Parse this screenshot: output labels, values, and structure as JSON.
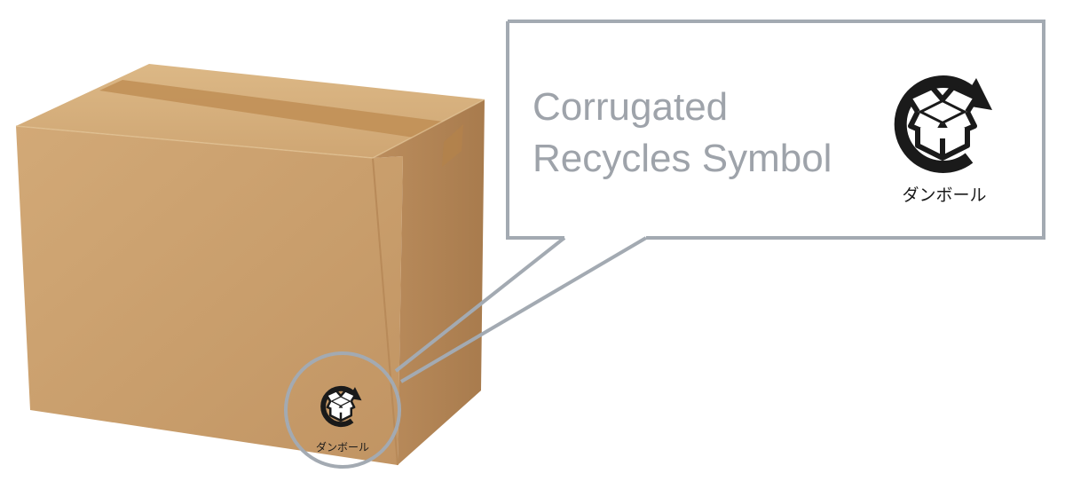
{
  "callout": {
    "title_line1": "Corrugated",
    "title_line2": "Recycles Symbol"
  },
  "symbol": {
    "label": "ダンボール",
    "icon": "corrugated-cardboard-recycle-icon"
  },
  "colors": {
    "cardboard": "#c9a070",
    "cardboard_top": "#d6b181",
    "cardboard_side": "#b8895a",
    "tape": "#bf8f55",
    "callout_border": "#a3aab2",
    "callout_text": "#9ea3aa",
    "symbol": "#1a1a1a"
  }
}
